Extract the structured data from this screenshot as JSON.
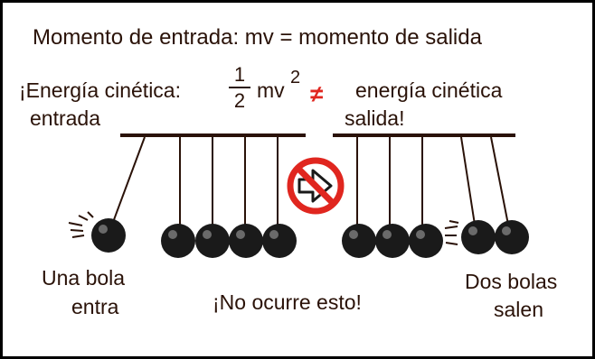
{
  "header": {
    "momentum_line": "Momento de entrada: mv = momento de salida"
  },
  "energy": {
    "prefix": "¡Energía cinética:",
    "numerator": "1",
    "denominator": "2",
    "expression": "mv",
    "exponent": "2",
    "not_equal": "≠",
    "right_line1": "energía cinética",
    "right_line2": "salida!",
    "left_line2": "entrada"
  },
  "labels": {
    "left_line1": "Una bola",
    "left_line2": "entra",
    "center": "¡No ocurre esto!",
    "right_line1": "Dos bolas",
    "right_line2": "salen"
  },
  "colors": {
    "text": "#2a1208",
    "forbidden_red": "#e0261f",
    "ball": "#1a1a1a"
  },
  "icons": {
    "forbidden": "no-arrow-prohibition-icon"
  }
}
